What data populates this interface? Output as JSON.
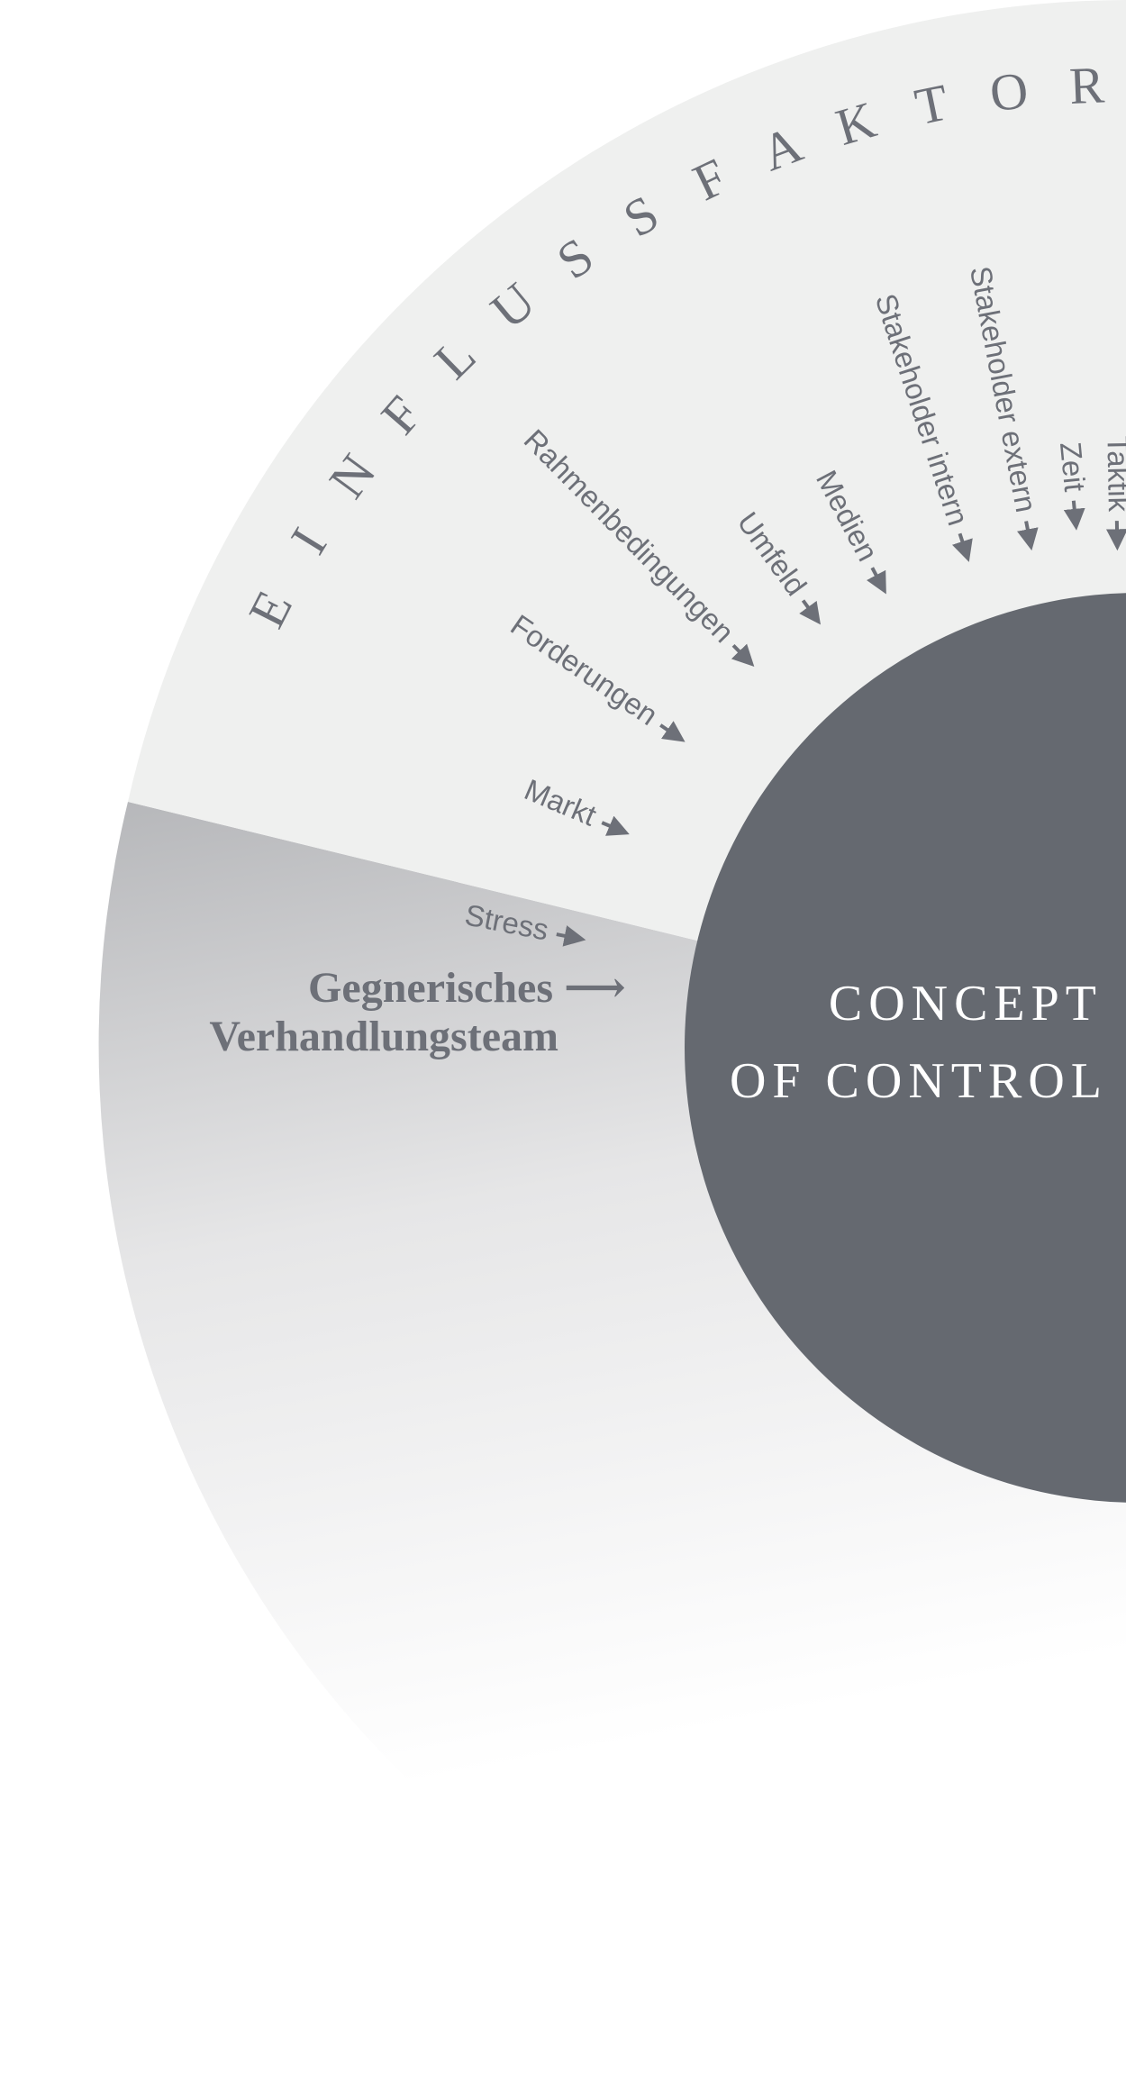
{
  "ring_title": "EINFLUSSFAKTOREN",
  "factors": [
    {
      "label": "Taktik"
    },
    {
      "label": "Zeit"
    },
    {
      "label": "Stakeholder extern"
    },
    {
      "label": "Stakeholder intern"
    },
    {
      "label": "Medien"
    },
    {
      "label": "Umfeld"
    },
    {
      "label": "Rahmenbedingungen"
    },
    {
      "label": "Forderungen"
    },
    {
      "label": "Markt"
    },
    {
      "label": "Stress"
    }
  ],
  "opponent": {
    "line1": "Gegnerisches",
    "arrow": "⟶",
    "line2": "Verhandlungsteam"
  },
  "core": {
    "line1": "CONCEPT",
    "line2": "OF CONTROL"
  },
  "colors": {
    "ring_influence": "#eff0ef",
    "ring_opponent_top": "#b6b7ba",
    "ring_opponent_bottom": "#ffffff",
    "core": "#656970",
    "text": "#6d7078",
    "core_text": "#ffffff"
  }
}
